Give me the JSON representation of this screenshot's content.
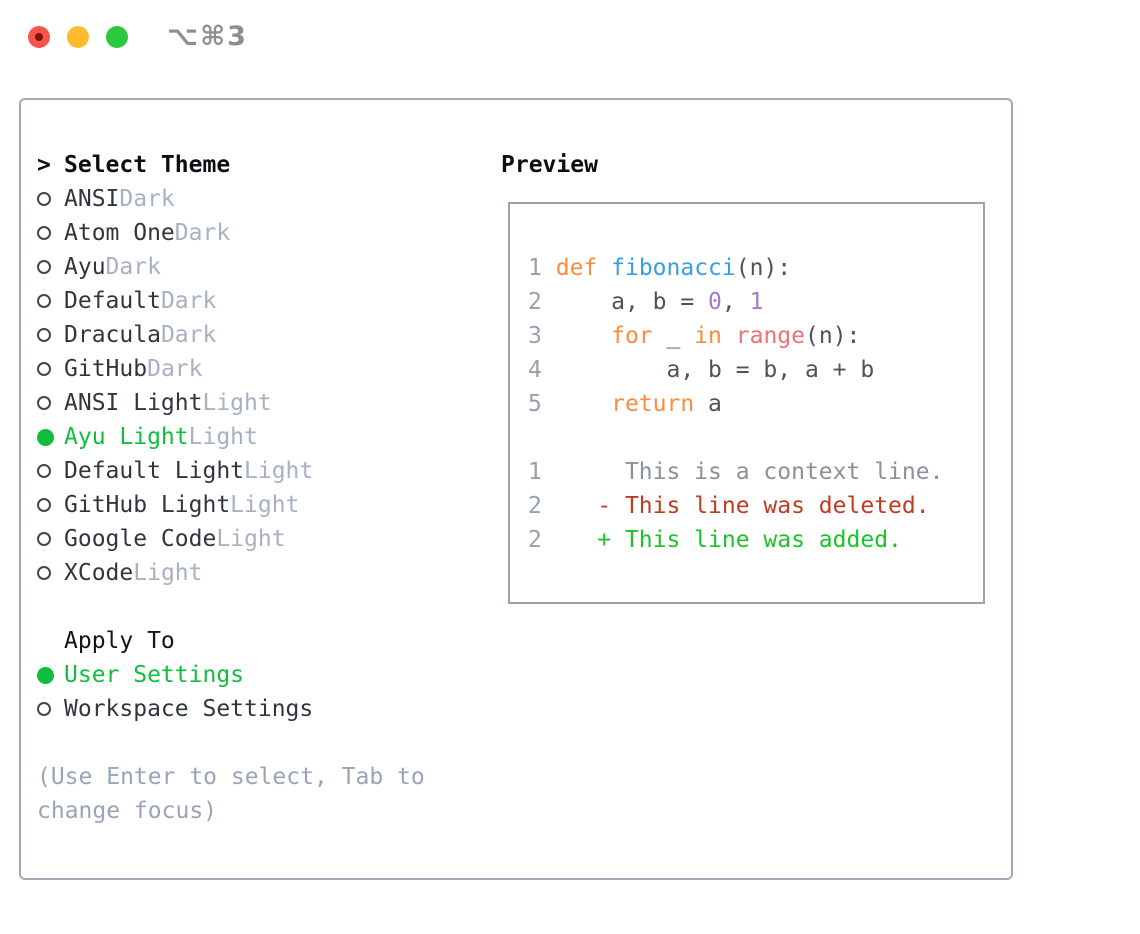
{
  "titlebar": {
    "title": "⌥⌘3"
  },
  "left_panel": {
    "header": {
      "prefix": ">",
      "label": "Select Theme"
    },
    "themes": [
      {
        "name": "ANSI",
        "variant": "Dark",
        "selected": false
      },
      {
        "name": "Atom One",
        "variant": "Dark",
        "selected": false
      },
      {
        "name": "Ayu",
        "variant": "Dark",
        "selected": false
      },
      {
        "name": "Default",
        "variant": "Dark",
        "selected": false
      },
      {
        "name": "Dracula",
        "variant": "Dark",
        "selected": false
      },
      {
        "name": "GitHub",
        "variant": "Dark",
        "selected": false
      },
      {
        "name": "ANSI Light",
        "variant": "Light",
        "selected": false
      },
      {
        "name": "Ayu Light",
        "variant": "Light",
        "selected": true
      },
      {
        "name": "Default Light",
        "variant": "Light",
        "selected": false
      },
      {
        "name": "GitHub Light",
        "variant": "Light",
        "selected": false
      },
      {
        "name": "Google Code",
        "variant": "Light",
        "selected": false
      },
      {
        "name": "XCode",
        "variant": "Light",
        "selected": false
      }
    ],
    "apply_to": {
      "label": "Apply To",
      "options": [
        {
          "label": "User Settings",
          "selected": true
        },
        {
          "label": "Workspace Settings",
          "selected": false
        }
      ]
    },
    "hint_lines": [
      "(Use Enter to select, Tab to",
      "change focus)"
    ]
  },
  "preview": {
    "label": "Preview",
    "lines": [
      [
        [
          "num",
          "1"
        ],
        [
          "plain",
          " "
        ],
        [
          "kw",
          "def"
        ],
        [
          "plain",
          " "
        ],
        [
          "fn",
          "fibonacci"
        ],
        [
          "plain",
          "(n):"
        ]
      ],
      [
        [
          "num",
          "2"
        ],
        [
          "plain",
          "     a, b = "
        ],
        [
          "const",
          "0"
        ],
        [
          "plain",
          ", "
        ],
        [
          "const",
          "1"
        ]
      ],
      [
        [
          "num",
          "3"
        ],
        [
          "plain",
          "     "
        ],
        [
          "kw",
          "for"
        ],
        [
          "plain",
          " _ "
        ],
        [
          "kw",
          "in"
        ],
        [
          "plain",
          " "
        ],
        [
          "call",
          "range"
        ],
        [
          "plain",
          "(n):"
        ]
      ],
      [
        [
          "num",
          "4"
        ],
        [
          "plain",
          "         a, b = b, a + b"
        ]
      ],
      [
        [
          "num",
          "5"
        ],
        [
          "plain",
          "     "
        ],
        [
          "kw",
          "return"
        ],
        [
          "plain",
          " a"
        ]
      ],
      [],
      [
        [
          "num",
          "1"
        ],
        [
          "ctx",
          "      This is a context line."
        ]
      ],
      [
        [
          "num",
          "2"
        ],
        [
          "plain",
          "    "
        ],
        [
          "del",
          "- This line was deleted."
        ]
      ],
      [
        [
          "num",
          "2"
        ],
        [
          "plain",
          "    "
        ],
        [
          "add",
          "+ This line was added."
        ]
      ]
    ]
  },
  "colors": {
    "accent_green": "#10bd3e",
    "name_dark": "#31363e",
    "variant_gray": "#a7b1c2",
    "hint_gray": "#9aa4b5",
    "border_gray": "#a3abb8",
    "pborder_gray": "#9aa2b0",
    "title_gray": "#8d8d92",
    "light_red": "#f5554c",
    "light_red_dot": "#7e150d",
    "light_yellow": "#fdbc2e",
    "light_green": "#2bc840",
    "num": "#97a0b0",
    "plain": "#4c535c",
    "kw": "#fa8d3e",
    "fn": "#399ee6",
    "const": "#a37acc",
    "call": "#f07171",
    "ctx": "#8a9199",
    "del": "#c13a22",
    "add": "#1dc32b"
  }
}
